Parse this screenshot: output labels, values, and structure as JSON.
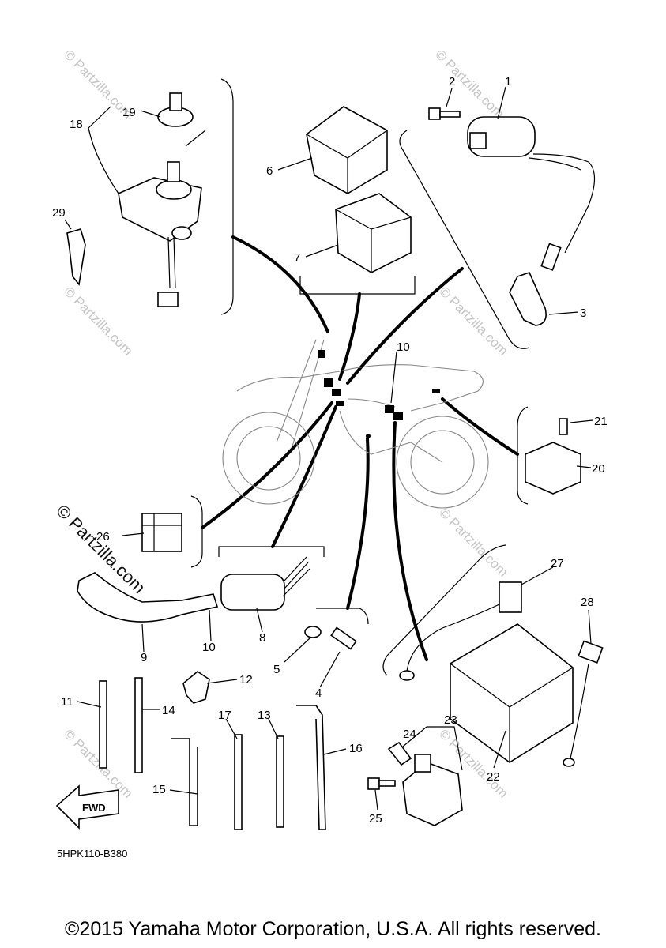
{
  "callouts": {
    "c1": "1",
    "c2": "2",
    "c3": "3",
    "c4": "4",
    "c5": "5",
    "c6": "6",
    "c7": "7",
    "c8": "8",
    "c9": "9",
    "c10a": "10",
    "c10b": "10",
    "c11": "11",
    "c12": "12",
    "c13": "13",
    "c14": "14",
    "c15": "15",
    "c16": "16",
    "c17": "17",
    "c18": "18",
    "c19": "19",
    "c20": "20",
    "c21": "21",
    "c22": "22",
    "c23": "23",
    "c24": "24",
    "c25": "25",
    "c26": "26",
    "c27": "27",
    "c28": "28",
    "c29": "29"
  },
  "diagram_code": "5HPK110-B380",
  "fwd_label": "FWD",
  "watermark": "© Partzilla.com",
  "watermark_small": "© Partzilla.com",
  "copyright": "©2015 Yamaha Motor Corporation, U.S.A. All rights reserved."
}
